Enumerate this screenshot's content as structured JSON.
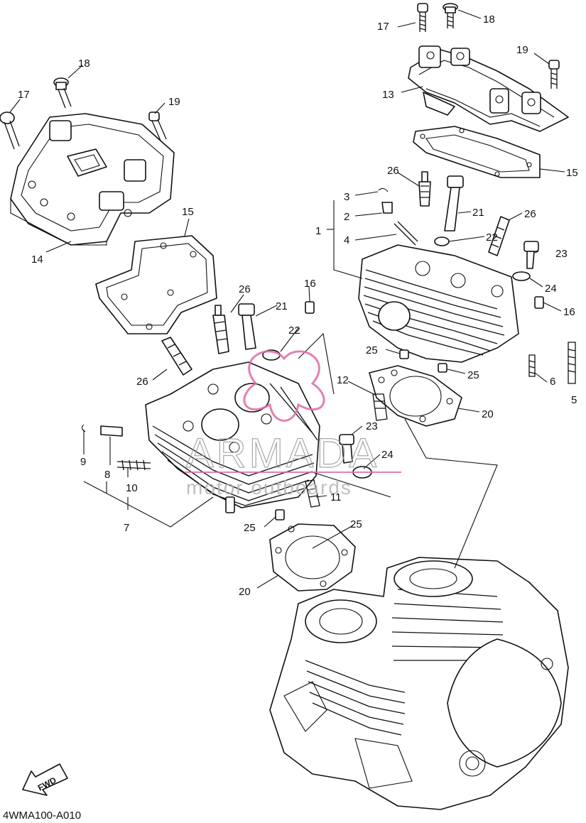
{
  "diagram_code": "4WMA100-A010",
  "fwd_label": "FWD",
  "watermark": {
    "brand": "ARMADA",
    "tagline": "motor outboards",
    "accent": "#e06aa6",
    "gray": "#9a9a9a"
  },
  "callouts": {
    "c17_top": "17",
    "c18_top": "18",
    "c19_top": "19",
    "c13": "13",
    "c15_top": "15",
    "c26_top": "26",
    "c3": "3",
    "c2": "2",
    "c1": "1",
    "c4": "4",
    "c21_top": "21",
    "c22_top": "22",
    "c26_right": "26",
    "c23_right": "23",
    "c24_right": "24",
    "c16_right": "16",
    "c25_mid": "25",
    "c25_mid2": "25",
    "c6": "6",
    "c5": "5",
    "c20_right": "20",
    "c18_left": "18",
    "c17_left": "17",
    "c19_left": "19",
    "c14": "14",
    "c15_left": "15",
    "c26_mid": "26",
    "c21_mid": "21",
    "c16_left": "16",
    "c22_mid": "22",
    "c26_left": "26",
    "c12": "12",
    "c9": "9",
    "c8": "8",
    "c23_mid": "23",
    "c24_mid": "24",
    "c10": "10",
    "c11": "11",
    "c7": "7",
    "c25_low": "25",
    "c25_low2": "25",
    "c20_left": "20"
  }
}
